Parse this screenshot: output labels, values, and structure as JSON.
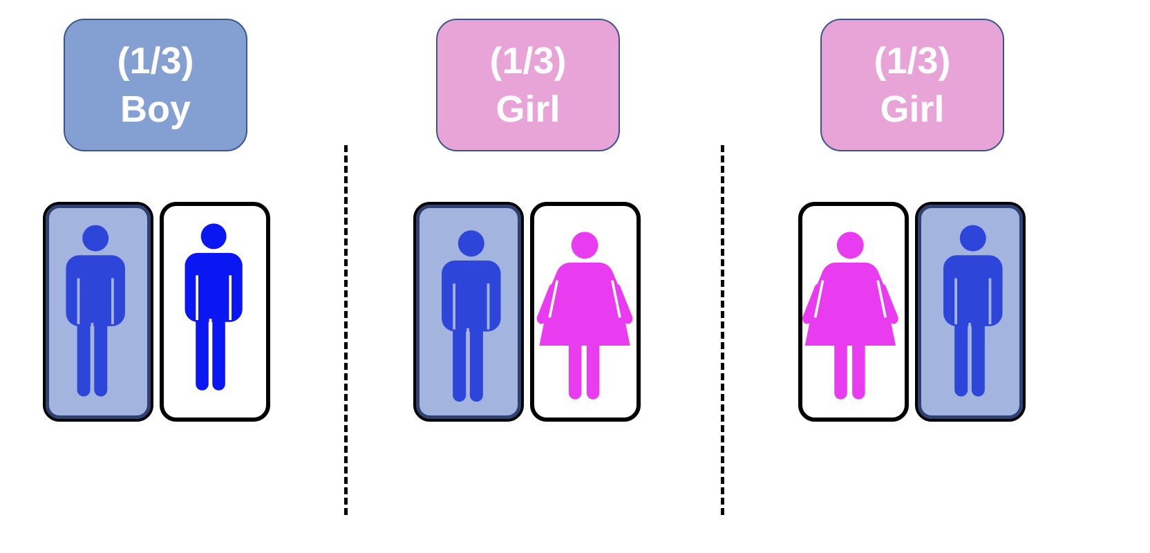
{
  "panels": [
    {
      "probability": "(1/3)",
      "outcome": "Boy",
      "label_color": "#84a0d3",
      "children": [
        {
          "icon": "male-icon",
          "shaded": true,
          "color": "#2d45d9"
        },
        {
          "icon": "male-icon",
          "shaded": false,
          "color": "#0a17f3"
        }
      ]
    },
    {
      "probability": "(1/3)",
      "outcome": "Girl",
      "label_color": "#e8a4d6",
      "children": [
        {
          "icon": "male-icon",
          "shaded": true,
          "color": "#2d45d9"
        },
        {
          "icon": "female-icon",
          "shaded": false,
          "color": "#e93cf0"
        }
      ]
    },
    {
      "probability": "(1/3)",
      "outcome": "Girl",
      "label_color": "#e8a4d6",
      "children": [
        {
          "icon": "female-icon",
          "shaded": false,
          "color": "#e93cf0"
        },
        {
          "icon": "male-icon",
          "shaded": true,
          "color": "#2d45d9"
        }
      ]
    }
  ]
}
